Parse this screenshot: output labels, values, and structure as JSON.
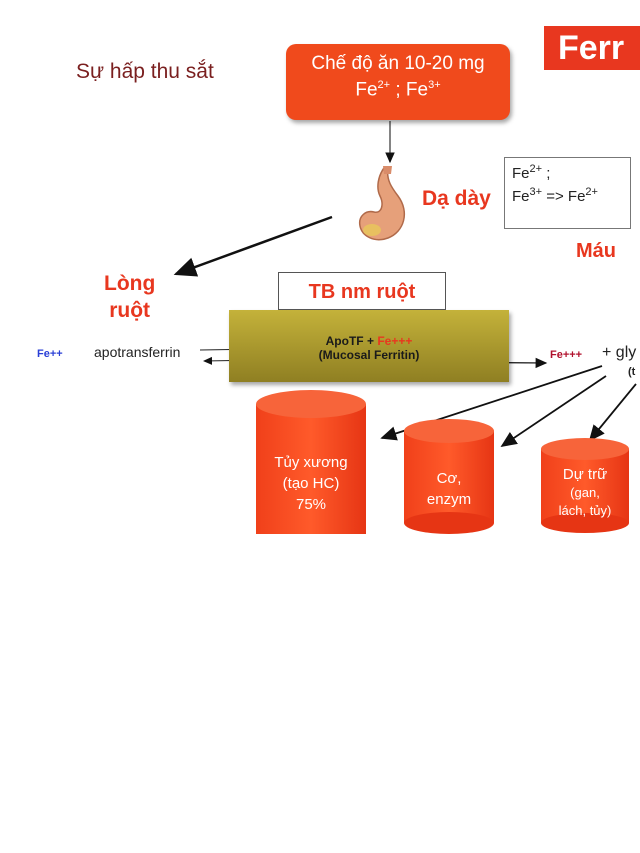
{
  "title": "Sự hấp thu sắt",
  "logo": "Ferr",
  "diet": {
    "line1": "Chế độ ăn 10-20 mg",
    "fe2": "Fe",
    "fe2_sup": "2+",
    "sep": " ; ",
    "fe3": "Fe",
    "fe3_sup": "3+"
  },
  "stomach": {
    "label": "Dạ dày"
  },
  "fe_note": {
    "line1_a": "Fe",
    "line1_sup": "2+",
    "line1_b": " ;",
    "line2_a": "Fe",
    "line2_sup": "3+",
    "line2_b": " => Fe",
    "line2_sup2": "2+"
  },
  "blood": {
    "label": "Máu"
  },
  "lumen": {
    "line1": "Lòng",
    "line2": "ruột"
  },
  "cell": {
    "label": "TB nm ruột",
    "row1_a": "ApoTF + ",
    "row1_b": "Fe+++",
    "row2": "(Mucosal Ferritin)"
  },
  "fe_left": "Fe++",
  "apotransferrin": "apotransferrin",
  "fe_right": "Fe+++",
  "glycine": "+ gly",
  "glycine_sub": "(t",
  "pools": [
    {
      "line1": "Tủy xương",
      "line2": "(tạo HC)",
      "line3": "75%"
    },
    {
      "line1": "Cơ,",
      "line2": "enzym"
    },
    {
      "line1": "Dự trữ",
      "line2": "(gan,",
      "line3": "lách, tủy)"
    }
  ],
  "colors": {
    "accent": "#e8371f",
    "cell_bar": "#b8a632",
    "blue": "#2a3fd6"
  }
}
